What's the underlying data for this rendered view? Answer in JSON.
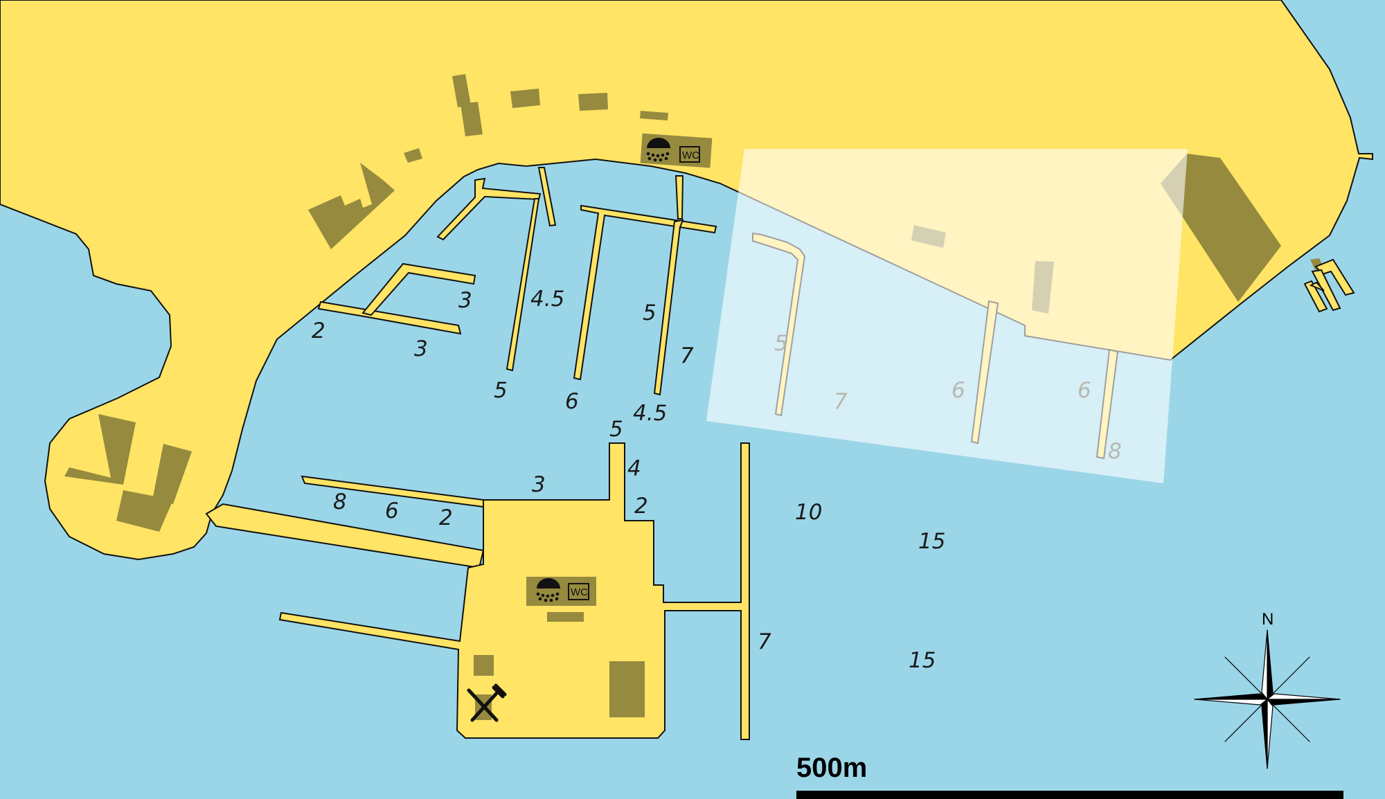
{
  "colors": {
    "water": "#9bd6e8",
    "land": "#ffe466",
    "building": "#958a3e",
    "outline": "#111111",
    "overlay": "#ffffff"
  },
  "icons": [
    "shower-icon",
    "wc-icon",
    "restaurant-icon",
    "compass-rose-icon"
  ],
  "facilities": {
    "wc_label": "WC"
  },
  "compass": {
    "north_label": "N"
  },
  "scale_bar": {
    "label": "500m"
  },
  "depths": {
    "d1": "3",
    "d2": "4.5",
    "d3": "5",
    "d4": "2",
    "d5": "3",
    "d6": "5",
    "d7": "6",
    "d8": "7",
    "d9": "4.5",
    "d10": "5",
    "d11": "5",
    "d12": "7",
    "d13": "6",
    "d14": "6",
    "d15": "8",
    "d16": "3",
    "d17": "4",
    "d18": "2",
    "d19": "8",
    "d20": "6",
    "d21": "2",
    "d22": "10",
    "d23": "15",
    "d24": "7",
    "d25": "15"
  }
}
